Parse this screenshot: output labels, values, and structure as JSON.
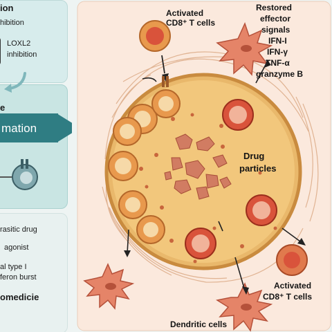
{
  "left_panel": {
    "top": {
      "heading_fragment": "ion",
      "line1_fragment": "hibition",
      "loxl2_line1": "LOXL2",
      "loxl2_line2": "inhibition"
    },
    "middle": {
      "heading_fragment": "e",
      "band_text": "mation"
    },
    "bottom": {
      "items": [
        "rasitic drug",
        "agonist",
        "al type I",
        "feron burst"
      ],
      "footer": "omedicie"
    }
  },
  "diagram": {
    "label_activated_top_1": "Activated",
    "label_activated_top_2": "CD8⁺ T cells",
    "effector_lines": [
      "Restored",
      "effector",
      "signals",
      "IFN-I",
      "IFN-γ",
      "TNF-α",
      "granzyme B"
    ],
    "label_drug_1": "Drug",
    "label_drug_2": "particles",
    "label_activated_bottom_1": "Activated",
    "label_activated_bottom_2": "CD8⁺ T cells",
    "label_dendritic": "Dendritic cells"
  },
  "colors": {
    "teal_band": "#2f7d83",
    "tumor_fill": "#f2c77c",
    "tcell_orange": "#e8994d",
    "tcell_red": "#d9533b",
    "dendritic": "#e58468",
    "background_panel": "#fbe9dd"
  }
}
